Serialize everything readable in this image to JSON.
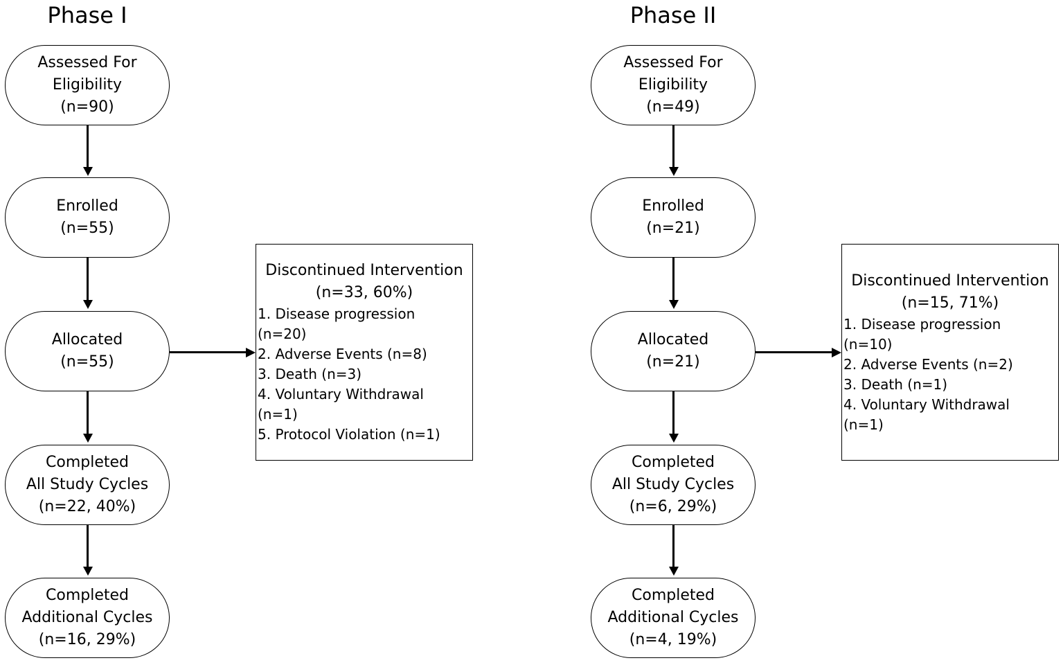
{
  "phases": [
    {
      "title": "Phase I",
      "nodes": [
        {
          "lines": [
            "Assessed For",
            "Eligibility",
            "(n=90)"
          ]
        },
        {
          "lines": [
            "Enrolled",
            "(n=55)"
          ]
        },
        {
          "lines": [
            "Allocated",
            "(n=55)"
          ]
        },
        {
          "lines": [
            "Completed",
            "All Study Cycles",
            "(n=22, 40%)"
          ]
        },
        {
          "lines": [
            "Completed",
            "Additional Cycles",
            "(n=16, 29%)"
          ]
        }
      ],
      "discontinued": {
        "title": "Discontinued Intervention",
        "subtitle": "(n=33, 60%)",
        "items": [
          "1. Disease progression",
          "(n=20)",
          "2. Adverse Events (n=8)",
          "3. Death (n=3)",
          "4. Voluntary Withdrawal",
          "(n=1)",
          "5. Protocol Violation (n=1)"
        ]
      }
    },
    {
      "title": "Phase II",
      "nodes": [
        {
          "lines": [
            "Assessed For",
            "Eligibility",
            "(n=49)"
          ]
        },
        {
          "lines": [
            "Enrolled",
            "(n=21)"
          ]
        },
        {
          "lines": [
            "Allocated",
            "(n=21)"
          ]
        },
        {
          "lines": [
            "Completed",
            "All Study Cycles",
            "(n=6, 29%)"
          ]
        },
        {
          "lines": [
            "Completed",
            "Additional Cycles",
            "(n=4, 19%)"
          ]
        }
      ],
      "discontinued": {
        "title": "Discontinued Intervention",
        "subtitle": "(n=15, 71%)",
        "items": [
          "1. Disease progression",
          "(n=10)",
          "2. Adverse Events (n=2)",
          "3. Death (n=1)",
          "4. Voluntary Withdrawal",
          "(n=1)"
        ]
      }
    }
  ]
}
